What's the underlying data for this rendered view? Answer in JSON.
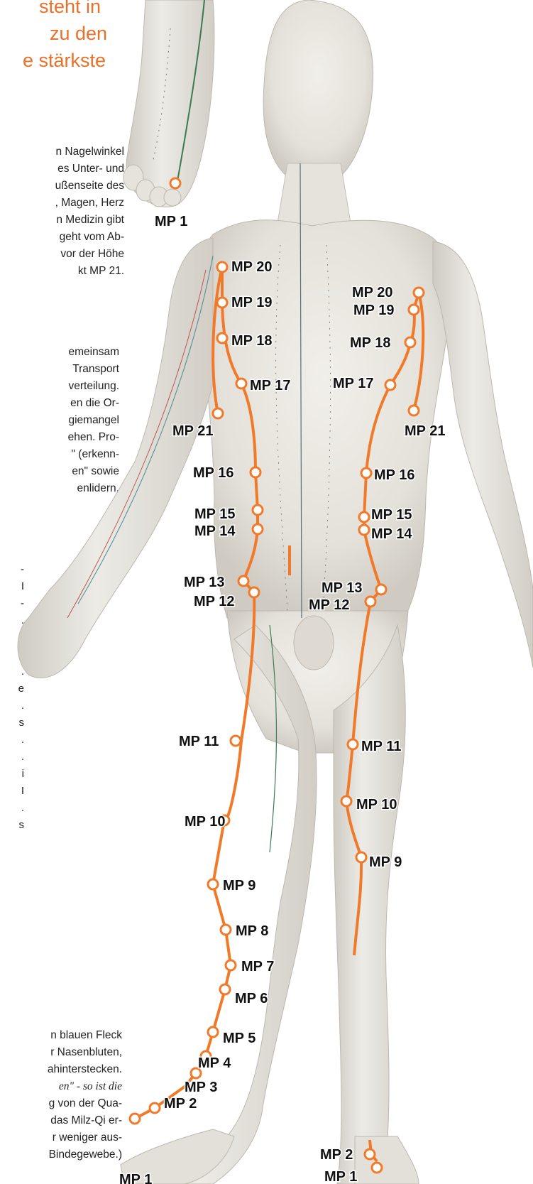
{
  "heading_lines": [
    "steht in",
    "zu den",
    "e stärkste"
  ],
  "paragraph_1": [
    "n Nagelwinkel",
    "es Unter- und",
    "ußenseite des",
    ", Magen, Herz",
    "n Medizin gibt",
    "geht vom Ab-",
    "vor der Höhe",
    "kt MP 21."
  ],
  "paragraph_2": [
    "emeinsam",
    "Transport",
    "verteilung.",
    "en die Or-",
    "giemangel",
    "ehen. Pro-",
    "\" (erkenn-",
    "en\" sowie",
    "enlidern."
  ],
  "paragraph_3_fragments": [
    "-",
    "I",
    "-",
    ".",
    "e",
    "-",
    ".",
    "e",
    ".",
    "s",
    ".",
    ".",
    "i",
    "I",
    ".",
    "s"
  ],
  "paragraph_4": [
    "n blauen Fleck",
    "r Nasenbluten,",
    "ahinterstecken.",
    "en\" - so ist die",
    "g von der Qua-",
    "das Milz-Qi er-",
    "r weniger aus-",
    "Bindegewebe.)"
  ],
  "foot_label": "MP 1",
  "left_meridian_labels": [
    "MP 20",
    "MP 19",
    "MP 18",
    "MP 17",
    "MP 21",
    "MP 16",
    "MP 15",
    "MP 14",
    "MP 13",
    "MP 12",
    "MP 11",
    "MP 10",
    "MP 9",
    "MP 8",
    "MP 7",
    "MP 6",
    "MP 5",
    "MP 4",
    "MP 3",
    "MP 2",
    "MP 1"
  ],
  "right_meridian_labels": [
    "MP 20",
    "MP 19",
    "MP 18",
    "MP 17",
    "MP 21",
    "MP 16",
    "MP 15",
    "MP 14",
    "MP 13",
    "MP 12",
    "MP 11",
    "MP 10",
    "MP 9",
    "MP 2",
    "MP 1"
  ],
  "colors": {
    "meridian": "#f07a2a",
    "heading": "#e8712a",
    "body_model": "#e9e6e0",
    "label": "#111111"
  }
}
